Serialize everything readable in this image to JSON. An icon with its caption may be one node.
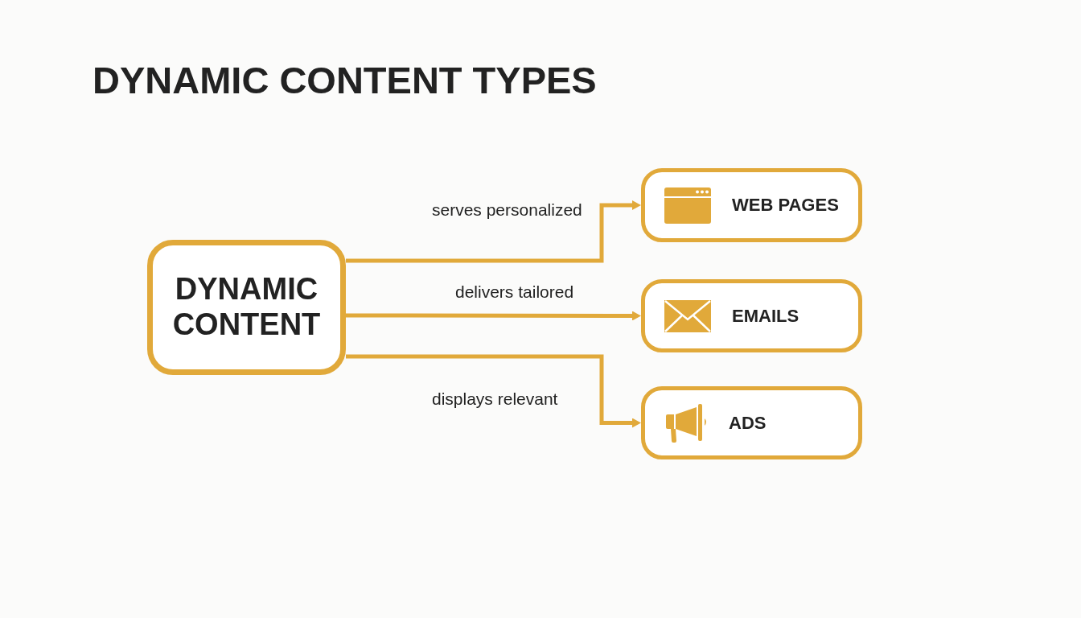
{
  "diagram": {
    "title": "DYNAMIC CONTENT TYPES",
    "nodes": [
      {
        "text": [
          "DYNAMIC CONTENT"
        ]
      },
      {
        "text": [
          "WEB PAGES"
        ]
      },
      {
        "text": [
          "EMAILS"
        ]
      },
      {
        "text": [
          "ADS"
        ]
      }
    ],
    "edges": [
      {
        "from": 0,
        "to": 1,
        "arrow": "to",
        "label": "serves personalized"
      },
      {
        "from": 0,
        "to": 2,
        "arrow": "to",
        "label": "delivers tailored"
      },
      {
        "from": 0,
        "to": 3,
        "arrow": "to",
        "label": "displays relevant"
      }
    ]
  }
}
